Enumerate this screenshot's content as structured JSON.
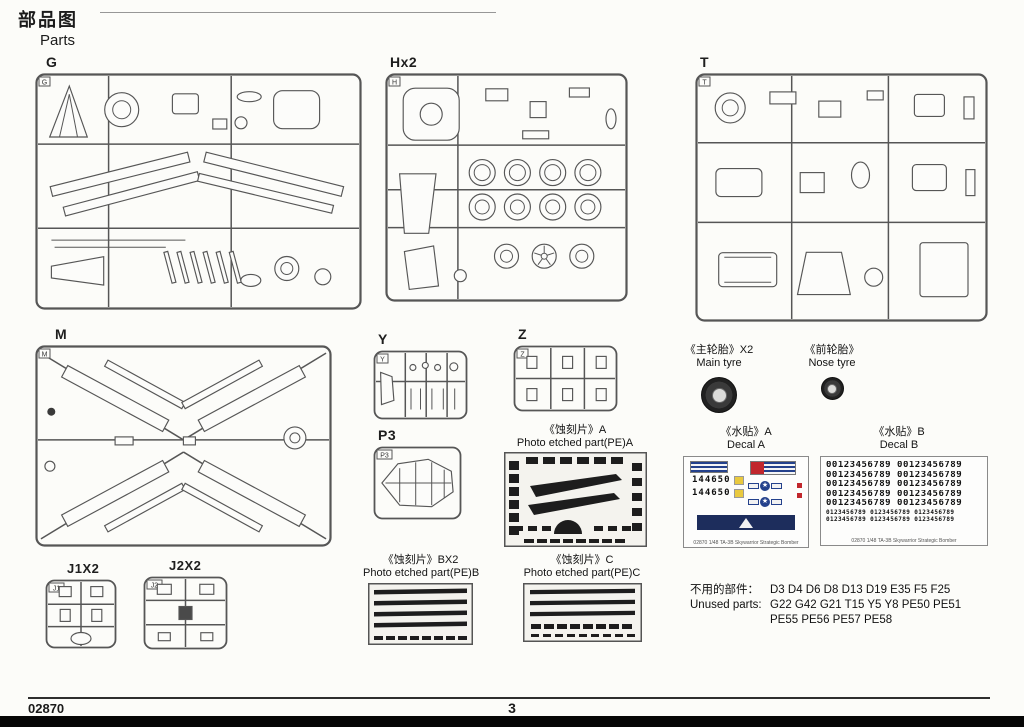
{
  "colors": {
    "ink": "#1b1b1b",
    "decal-navy": "#1d2d5c",
    "decal-blue": "#24418c",
    "decal-red": "#c1272d",
    "decal-yellow": "#e9c93f"
  },
  "header": {
    "title_cn": "部品图",
    "title_en": "Parts"
  },
  "sprues": {
    "g": {
      "label": "G"
    },
    "h": {
      "label": "Hx2"
    },
    "t": {
      "label": "T"
    },
    "m": {
      "label": "M"
    },
    "y": {
      "label": "Y"
    },
    "z": {
      "label": "Z"
    },
    "p3": {
      "label": "P3"
    },
    "j1": {
      "label": "J1X2"
    },
    "j2": {
      "label": "J2X2"
    }
  },
  "photo_etched": {
    "a": {
      "label_cn": "《蚀刻片》A",
      "label_en": "Photo etched part(PE)A"
    },
    "b": {
      "label_cn": "《蚀刻片》BX2",
      "label_en": "Photo etched part(PE)B"
    },
    "c": {
      "label_cn": "《蚀刻片》C",
      "label_en": "Photo etched part(PE)C"
    }
  },
  "tyres": {
    "main": {
      "label_cn": "《主轮胎》X2",
      "label_en": "Main tyre"
    },
    "nose": {
      "label_cn": "《前轮胎》",
      "label_en": "Nose tyre"
    }
  },
  "decals": {
    "a": {
      "label_cn": "《水贴》A",
      "label_en": "Decal A",
      "serial_1": "144650",
      "serial_2": "144650",
      "caption": "02870 1/48 TA-3B Skywarrior Strategic Bomber"
    },
    "b": {
      "label_cn": "《水贴》B",
      "label_en": "Decal B",
      "rows": [
        "00123456789 00123456789",
        "00123456789 00123456789",
        "00123456789 00123456789",
        "00123456789 00123456789",
        "00123456789 00123456789",
        "0123456789 0123456789 0123456789",
        "0123456789 0123456789 0123456789"
      ],
      "caption": "02870 1/48 TA-3B Skywarrior Strategic Bomber"
    }
  },
  "unused": {
    "label_cn": "不用的部件：",
    "label_en": "Unused parts:",
    "line_1": "D3 D4 D6 D8 D13 D19 E35 F5 F25",
    "line_2": "G22 G42 G21 T15 Y5 Y8 PE50 PE51",
    "line_3": "PE55 PE56 PE57 PE58"
  },
  "footer": {
    "kit_number": "02870",
    "page_number": "3"
  }
}
